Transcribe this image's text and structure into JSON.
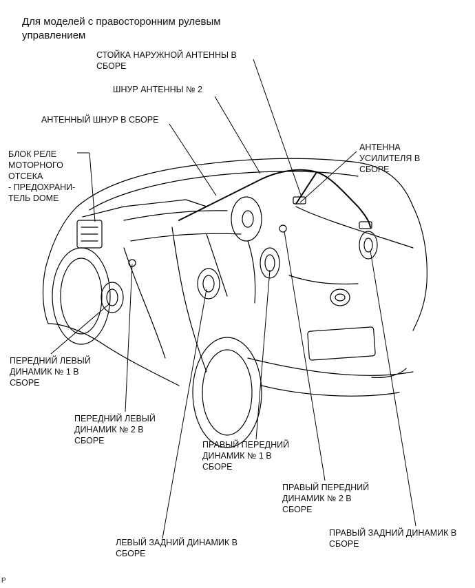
{
  "title": "Для моделей с правосторонним рулевым управлением",
  "labels": {
    "outer_antenna_pole": "СТОЙКА НАРУЖНОЙ АНТЕННЫ В\nСБОРЕ",
    "antenna_cord_no2": "ШНУР АНТЕННЫ № 2",
    "antenna_cord_assy": "АНТЕННЫЙ ШНУР В СБОРЕ",
    "relay_block": "БЛОК РЕЛЕ\nМОТОРНОГО\nОТСЕКА\n- ПРЕДОХРАНИ-\nТЕЛЬ DOME",
    "antenna_amplifier": "АНТЕННА\nУСИЛИТЕЛЯ В\nСБОРЕ",
    "front_left_speaker_1": "ПЕРЕДНИЙ ЛЕВЫЙ\nДИНАМИК № 1 В\nСБОРЕ",
    "front_left_speaker_2": "ПЕРЕДНИЙ ЛЕВЫЙ\nДИНАМИК № 2 В\nСБОРЕ",
    "front_right_speaker_1": "ПРАВЫЙ ПЕРЕДНИЙ\nДИНАМИК № 1 В\nСБОРЕ",
    "front_right_speaker_2": "ПРАВЫЙ ПЕРЕДНИЙ\nДИНАМИК № 2 В\nСБОРЕ",
    "rear_left_speaker": "ЛЕВЫЙ ЗАДНИЙ ДИНАМИК В\nСБОРЕ",
    "rear_right_speaker": "ПРАВЫЙ ЗАДНИЙ ДИНАМИК В\nСБОРЕ"
  },
  "footer": "P"
}
